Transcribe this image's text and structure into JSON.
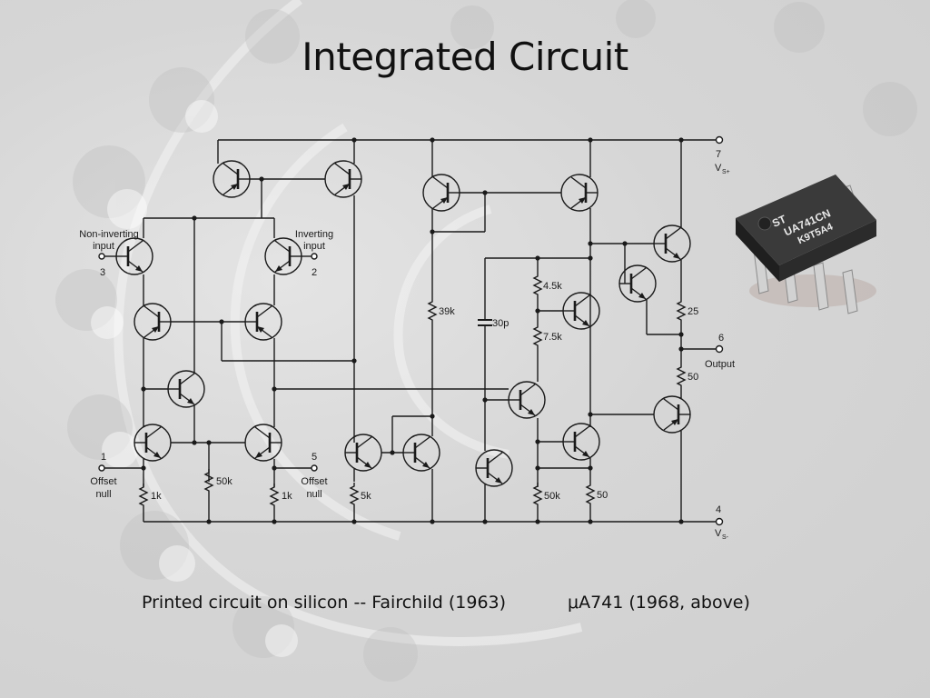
{
  "title": "Integrated Circuit",
  "caption": {
    "left": "Printed circuit on silicon -- Fairchild (1963)",
    "right": "μA741 (1968, above)"
  },
  "pins": {
    "p7": {
      "number": "7",
      "label": "V",
      "sub": "S+"
    },
    "p4": {
      "number": "4",
      "label": "V",
      "sub": "S-"
    },
    "p6": {
      "number": "6",
      "label": "Output"
    },
    "p3": {
      "number": "3",
      "label_line1": "Non-inverting",
      "label_line2": "input"
    },
    "p2": {
      "number": "2",
      "label_line1": "Inverting",
      "label_line2": "input"
    },
    "p1": {
      "number": "1",
      "label_line1": "Offset",
      "label_line2": "null"
    },
    "p5": {
      "number": "5",
      "label_line1": "Offset",
      "label_line2": "null"
    }
  },
  "components": {
    "r_1k_left": "1k",
    "r_50k_mid": "50k",
    "r_1k_right": "1k",
    "r_5k": "5k",
    "r_39k": "39k",
    "c_30p": "30p",
    "r_4_5k": "4.5k",
    "r_7_5k": "7.5k",
    "r_50k_right": "50k",
    "r_50_bottom": "50",
    "r_25": "25",
    "r_50_out": "50"
  },
  "chip": {
    "line1": "ST",
    "line2": "UA741CN",
    "line3": "K9T5A4"
  },
  "colors": {
    "ink": "#1a1a1a",
    "chip_body": "#2b2b2b",
    "chip_pins": "#cfcfcf"
  }
}
